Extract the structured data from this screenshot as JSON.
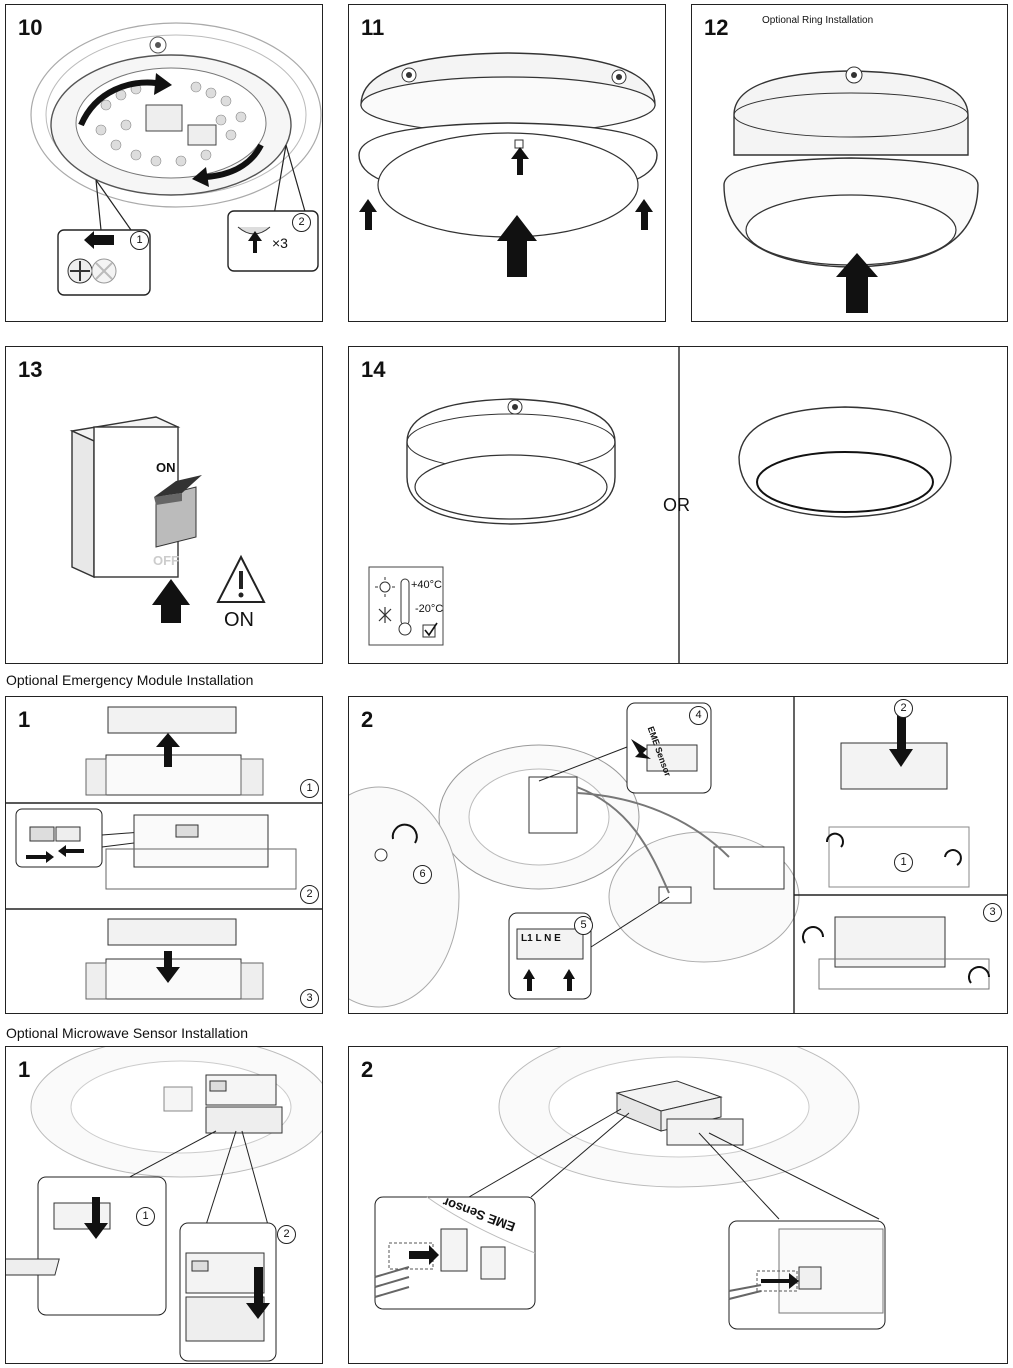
{
  "panels": {
    "p10": {
      "step": "10",
      "badge1": "1",
      "badge2": "2",
      "times": "×3"
    },
    "p11": {
      "step": "11"
    },
    "p12": {
      "step": "12",
      "note": "Optional Ring Installation"
    },
    "p13": {
      "step": "13",
      "on_switch": "ON",
      "off_switch": "OFF",
      "on_label": "ON"
    },
    "p14": {
      "step": "14",
      "or": "OR",
      "temp_high": "+40°C",
      "temp_low": "-20°C"
    }
  },
  "emergency": {
    "title": "Optional Emergency Module Installation",
    "s1": {
      "step": "1",
      "b1": "1",
      "b2": "2",
      "b3": "3"
    },
    "s2": {
      "step": "2",
      "b4": "4",
      "b5": "5",
      "b6": "6",
      "b2": "2",
      "b1": "1",
      "b3": "3",
      "sensor_text": "EME Sensor",
      "terminal": "L1 L N E"
    }
  },
  "microwave": {
    "title": "Optional Microwave Sensor Installation",
    "s1": {
      "step": "1",
      "b1": "1",
      "b2": "2"
    },
    "s2": {
      "step": "2",
      "sensor_text": "EME Sensor"
    }
  }
}
